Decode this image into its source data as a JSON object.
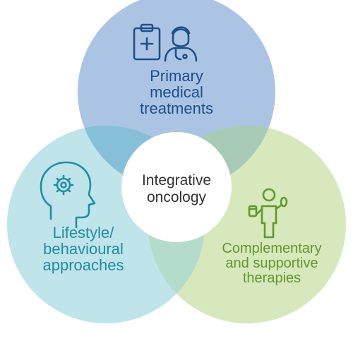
{
  "diagram": {
    "circles": [
      {
        "id": "primary",
        "lines": [
          "Primary",
          "medical",
          "treatments"
        ],
        "icon": "doctor-clipboard-icon",
        "fill": "#a9c3e2",
        "text_color": "#1e4f8a"
      },
      {
        "id": "lifestyle",
        "lines": [
          "Lifestyle/",
          "behavioural",
          "approaches"
        ],
        "icon": "head-gear-icon",
        "fill": "#bfe4ea",
        "text_color": "#1f8ea5"
      },
      {
        "id": "complementary",
        "lines": [
          "Complementary",
          "and supportive",
          "therapies"
        ],
        "icon": "person-supplements-icon",
        "fill": "#d7e8bd",
        "text_color": "#5e9a2b"
      }
    ],
    "center": {
      "lines": [
        "Integrative",
        "oncology"
      ],
      "fill": "#ffffff",
      "text_color": "#333333"
    }
  }
}
